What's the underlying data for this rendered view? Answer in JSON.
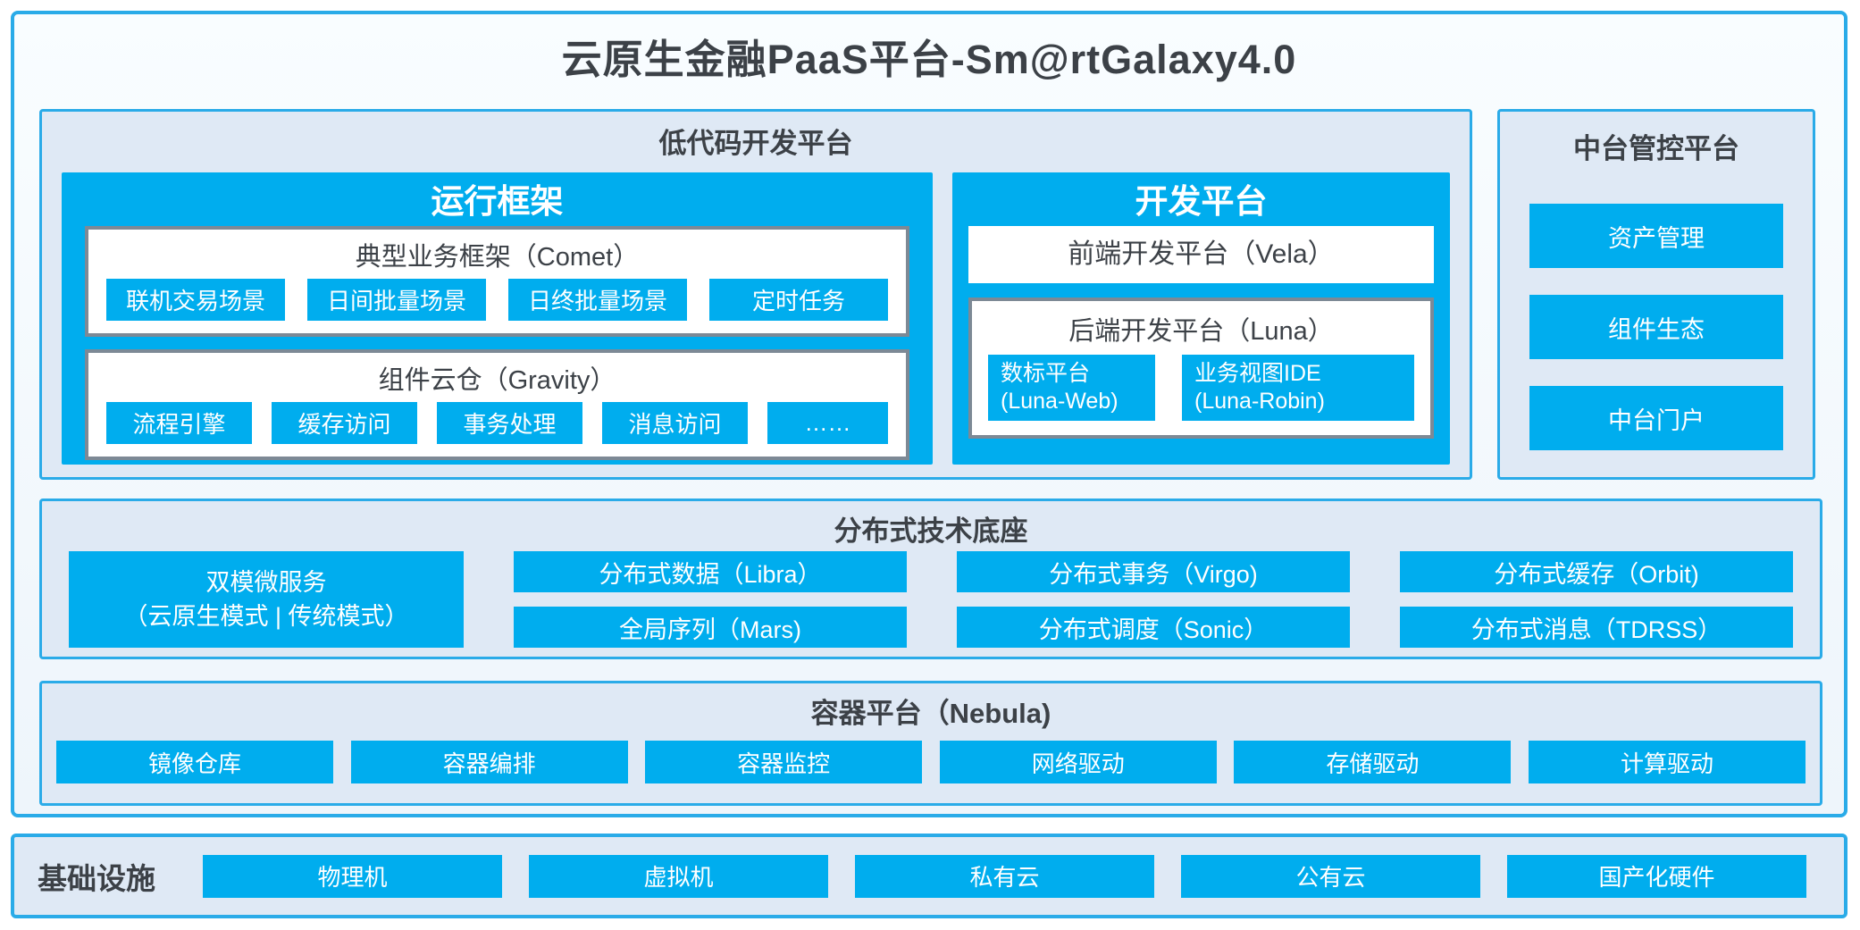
{
  "title": "云原生金融PaaS平台-Sm@rtGalaxy4.0",
  "colors": {
    "blue": "#00adee",
    "border_blue": "#2aabe8",
    "panel_bg": "#dfe9f5",
    "gray_border": "#7d8995",
    "dark_text": "#3c4147"
  },
  "lowcode": {
    "header": "低代码开发平台",
    "runtime": {
      "title": "运行框架",
      "comet": {
        "title": "典型业务框架（Comet）",
        "items": [
          "联机交易场景",
          "日间批量场景",
          "日终批量场景",
          "定时任务"
        ]
      },
      "gravity": {
        "title": "组件云仓（Gravity）",
        "items": [
          "流程引擎",
          "缓存访问",
          "事务处理",
          "消息访问",
          "……"
        ]
      }
    },
    "dev": {
      "title": "开发平台",
      "frontend": "前端开发平台（Vela）",
      "backend": {
        "title": "后端开发平台（Luna）",
        "items": [
          {
            "line1": "数标平台",
            "line2": "(Luna-Web)"
          },
          {
            "line1": "业务视图IDE",
            "line2": "(Luna-Robin)"
          }
        ]
      }
    }
  },
  "midplatform": {
    "header": "中台管控平台",
    "items": [
      "资产管理",
      "组件生态",
      "中台门户"
    ]
  },
  "distributed": {
    "header": "分布式技术底座",
    "dual_mode": {
      "line1": "双模微服务",
      "line2": "（云原生模式 | 传统模式）"
    },
    "columns": [
      [
        "分布式数据（Libra）",
        "全局序列（Mars)"
      ],
      [
        "分布式事务（Virgo)",
        "分布式调度（Sonic）"
      ],
      [
        "分布式缓存（Orbit)",
        "分布式消息（TDRSS）"
      ]
    ]
  },
  "container_platform": {
    "header": "容器平台（Nebula)",
    "items": [
      "镜像仓库",
      "容器编排",
      "容器监控",
      "网络驱动",
      "存储驱动",
      "计算驱动"
    ]
  },
  "infrastructure": {
    "label": "基础设施",
    "items": [
      "物理机",
      "虚拟机",
      "私有云",
      "公有云",
      "国产化硬件"
    ]
  }
}
